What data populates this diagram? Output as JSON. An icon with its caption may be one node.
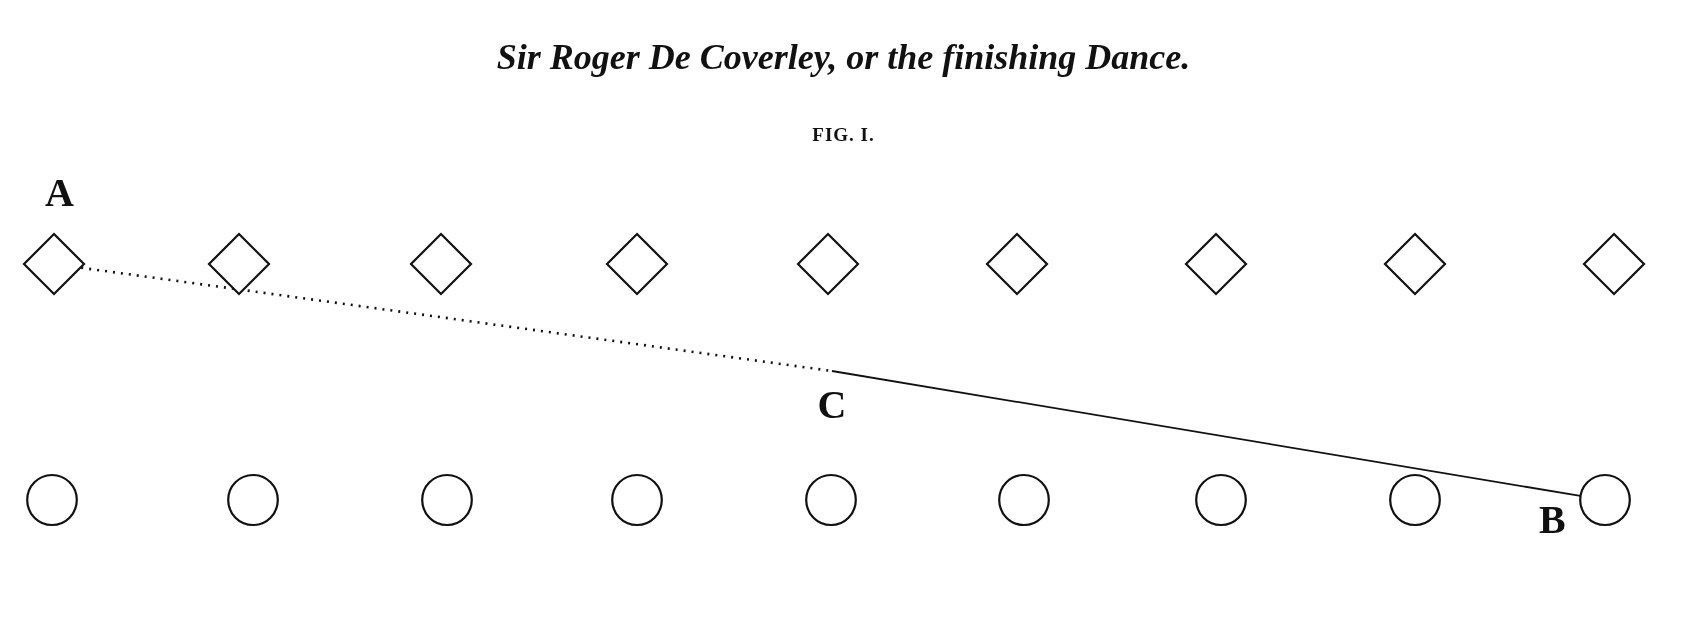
{
  "diagram": {
    "title": "Sir Roger De Coverley, or the finishing Dance.",
    "nodes": [
      {
        "text": [],
        "shape": "diamond",
        "beside": [
          "A"
        ]
      },
      {
        "text": [],
        "shape": "diamond"
      },
      {
        "text": [],
        "shape": "diamond"
      },
      {
        "text": [],
        "shape": "diamond"
      },
      {
        "text": [],
        "shape": "diamond"
      },
      {
        "text": [],
        "shape": "diamond"
      },
      {
        "text": [],
        "shape": "diamond"
      },
      {
        "text": [],
        "shape": "diamond"
      },
      {
        "text": [],
        "shape": "diamond"
      },
      {
        "text": [
          "C"
        ]
      },
      {
        "text": [],
        "shape": "circle"
      },
      {
        "text": [],
        "shape": "circle"
      },
      {
        "text": [],
        "shape": "circle"
      },
      {
        "text": [],
        "shape": "circle"
      },
      {
        "text": [],
        "shape": "circle"
      },
      {
        "text": [],
        "shape": "circle"
      },
      {
        "text": [],
        "shape": "circle"
      },
      {
        "text": [],
        "shape": "circle"
      },
      {
        "text": [],
        "shape": "circle",
        "beside": [
          "B"
        ]
      }
    ],
    "edges": [
      {
        "from": 0,
        "to": 9,
        "arrow": "none",
        "style": "dashed"
      },
      {
        "from": 9,
        "to": 18,
        "arrow": "none"
      }
    ],
    "labels": [
      "FIG. I."
    ]
  }
}
